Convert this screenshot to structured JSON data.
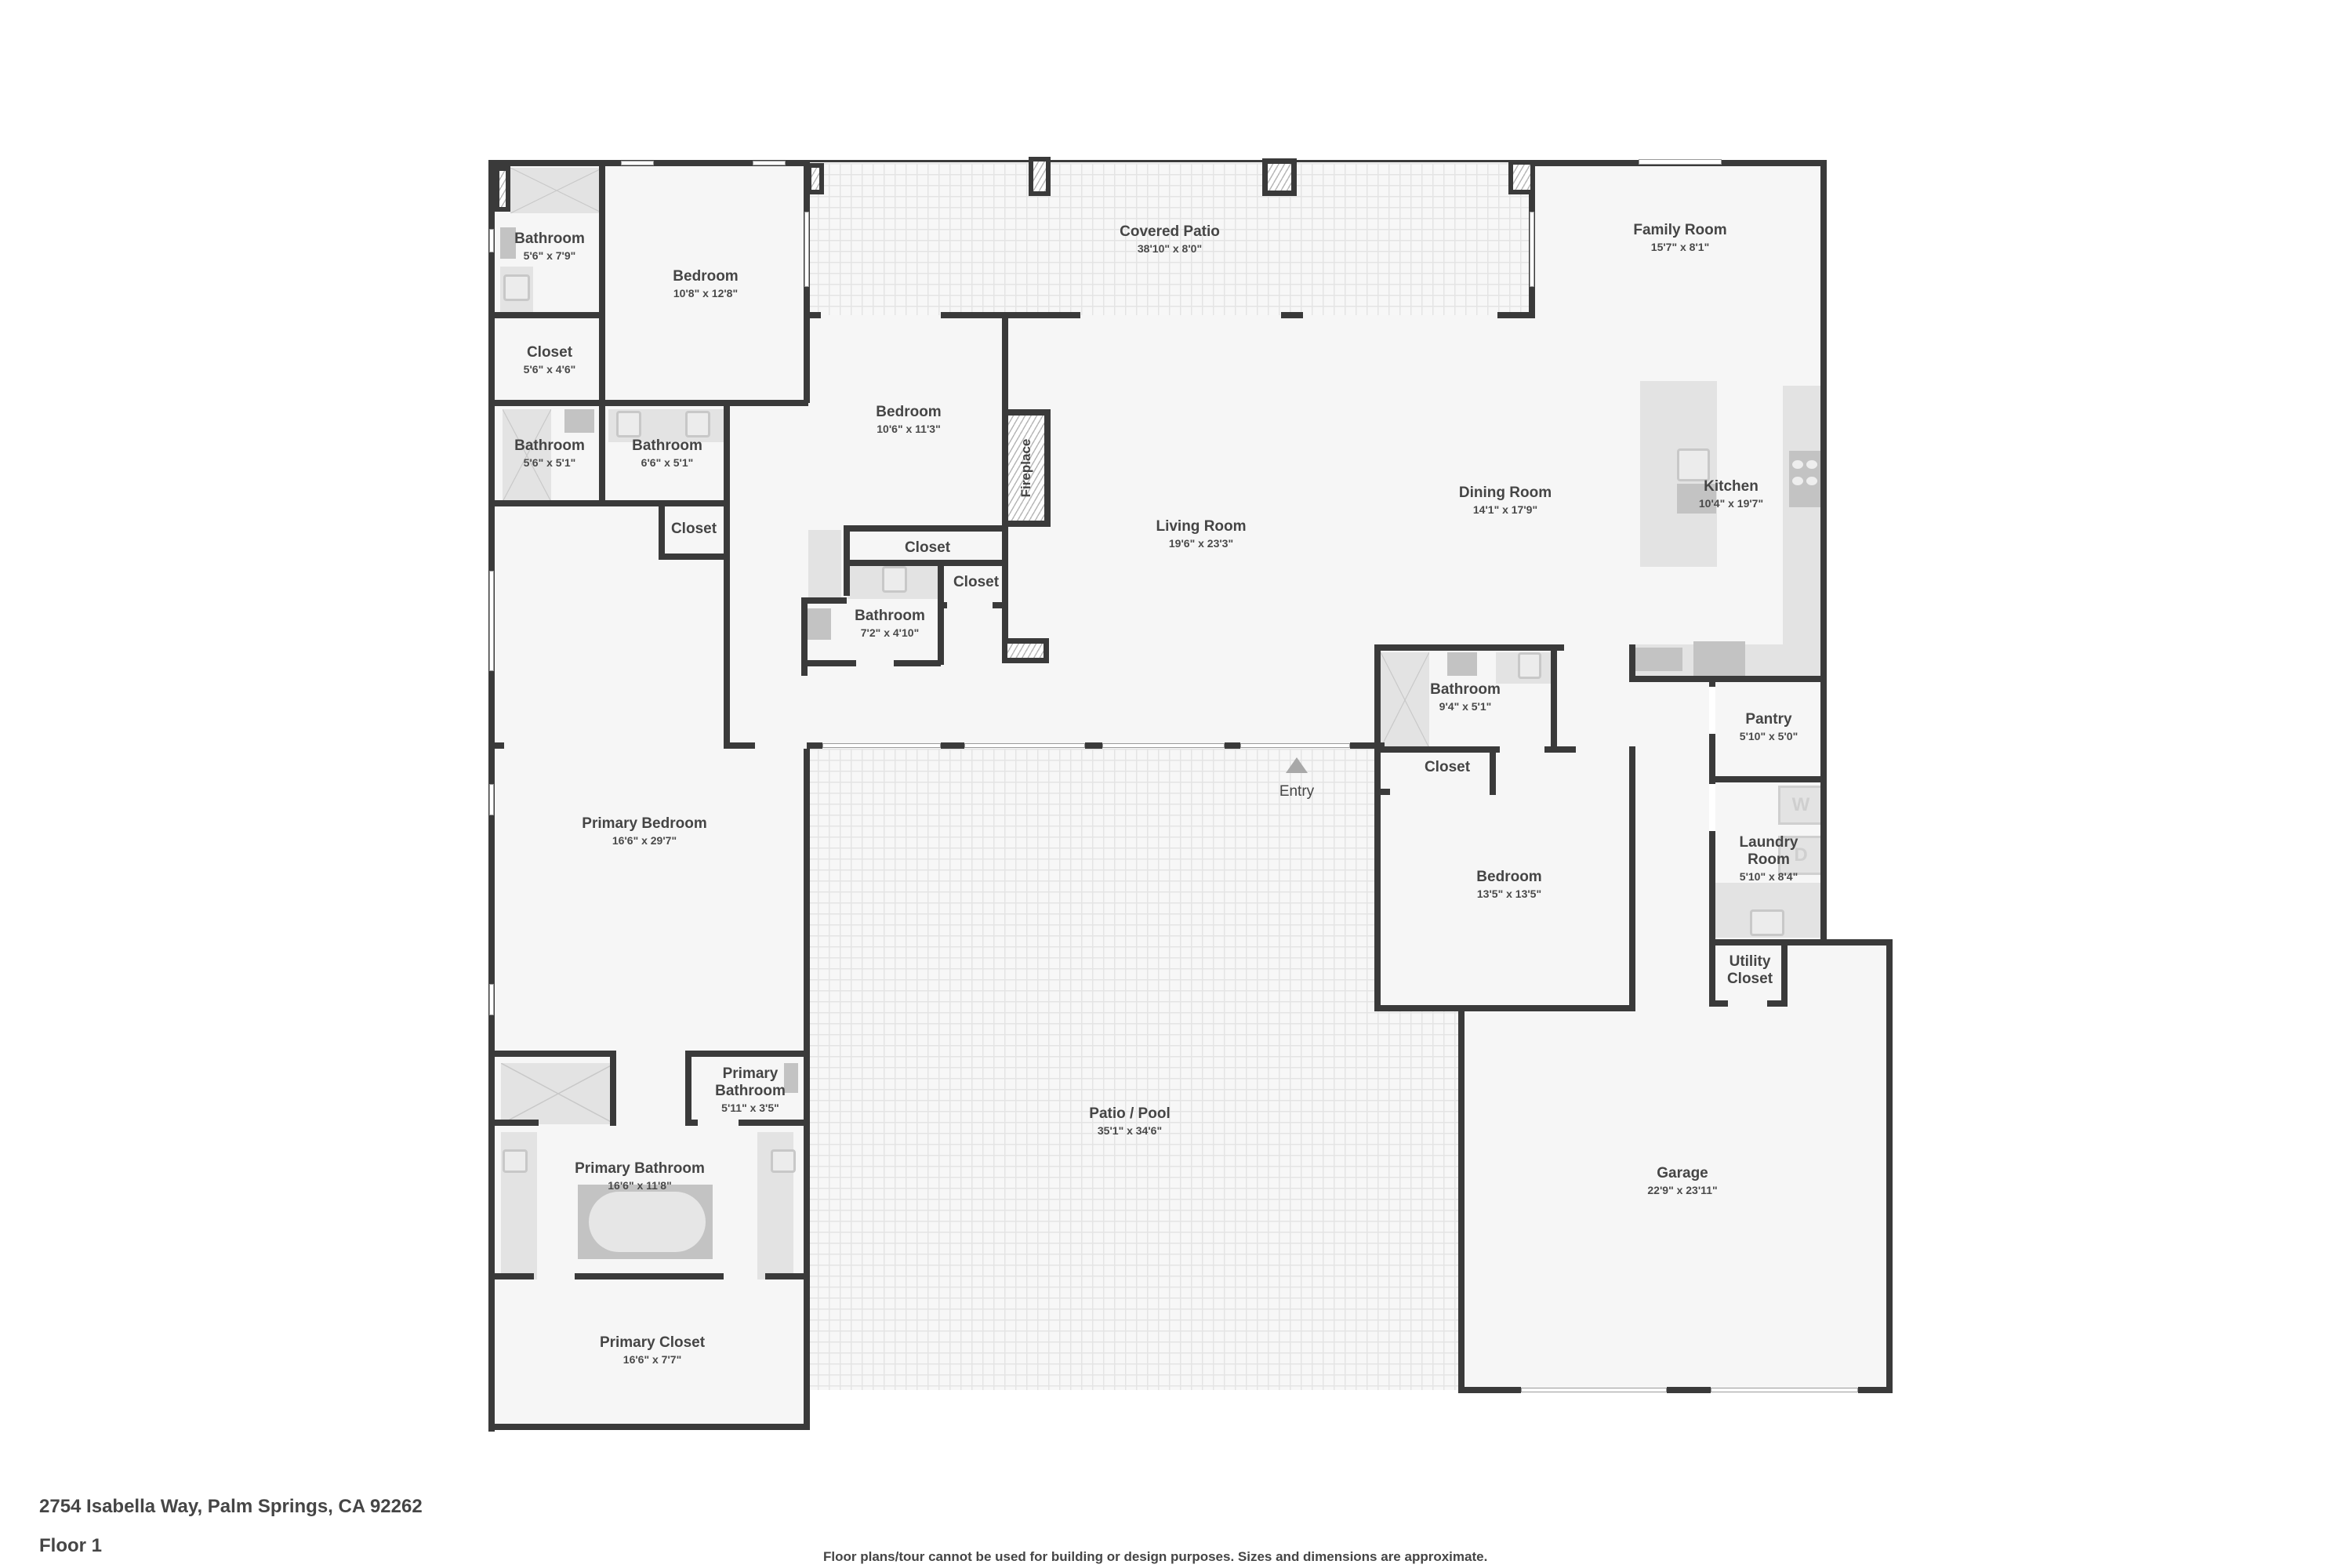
{
  "plan": {
    "address": "2754 Isabella Way, Palm Springs, CA 92262",
    "floor": "Floor 1",
    "disclaimer": "Floor plans/tour cannot be used for building or design purposes. Sizes and dimensions are approximate.",
    "colors": {
      "wall": "#3a3a3a",
      "room_fill": "#f6f6f6",
      "fixture_fill": "#e3e3e3",
      "appliance_fill": "#c3c3c3",
      "text": "#454545",
      "background": "#ffffff"
    },
    "entry_label": "Entry",
    "fireplace_label": "Fireplace",
    "washer_glyph": "W",
    "dryer_glyph": "D",
    "rooms": [
      {
        "name": "Bathroom",
        "dim": "5'6\" x 7'9\""
      },
      {
        "name": "Bedroom",
        "dim": "10'8\" x 12'8\""
      },
      {
        "name": "Closet",
        "dim": "5'6\" x 4'6\""
      },
      {
        "name": "Bathroom",
        "dim": "5'6\" x 5'1\""
      },
      {
        "name": "Bathroom",
        "dim": "6'6\" x 5'1\""
      },
      {
        "name": "Closet",
        "dim": ""
      },
      {
        "name": "Covered Patio",
        "dim": "38'10\" x 8'0\""
      },
      {
        "name": "Bedroom",
        "dim": "10'6\" x 11'3\""
      },
      {
        "name": "Closet",
        "dim": ""
      },
      {
        "name": "Bathroom",
        "dim": "7'2\" x 4'10\""
      },
      {
        "name": "Closet",
        "dim": ""
      },
      {
        "name": "Living Room",
        "dim": "19'6\" x 23'3\""
      },
      {
        "name": "Dining Room",
        "dim": "14'1\" x 17'9\""
      },
      {
        "name": "Family Room",
        "dim": "15'7\" x 8'1\""
      },
      {
        "name": "Kitchen",
        "dim": "10'4\" x 19'7\""
      },
      {
        "name": "Bathroom",
        "dim": "9'4\" x 5'1\""
      },
      {
        "name": "Closet",
        "dim": ""
      },
      {
        "name": "Bedroom",
        "dim": "13'5\" x 13'5\""
      },
      {
        "name": "Pantry",
        "dim": "5'10\" x 5'0\""
      },
      {
        "name": "Laundry Room",
        "dim": "5'10\" x 8'4\""
      },
      {
        "name": "Utility Closet",
        "dim": ""
      },
      {
        "name": "Primary Bedroom",
        "dim": "16'6\" x 29'7\""
      },
      {
        "name": "Primary Bathroom",
        "dim": "5'11\" x 3'5\""
      },
      {
        "name": "Primary Bathroom",
        "dim": "16'6\" x 11'8\""
      },
      {
        "name": "Primary Closet",
        "dim": "16'6\" x 7'7\""
      },
      {
        "name": "Patio / Pool",
        "dim": "35'1\" x 34'6\""
      },
      {
        "name": "Garage",
        "dim": "22'9\" x 23'11\""
      }
    ]
  }
}
